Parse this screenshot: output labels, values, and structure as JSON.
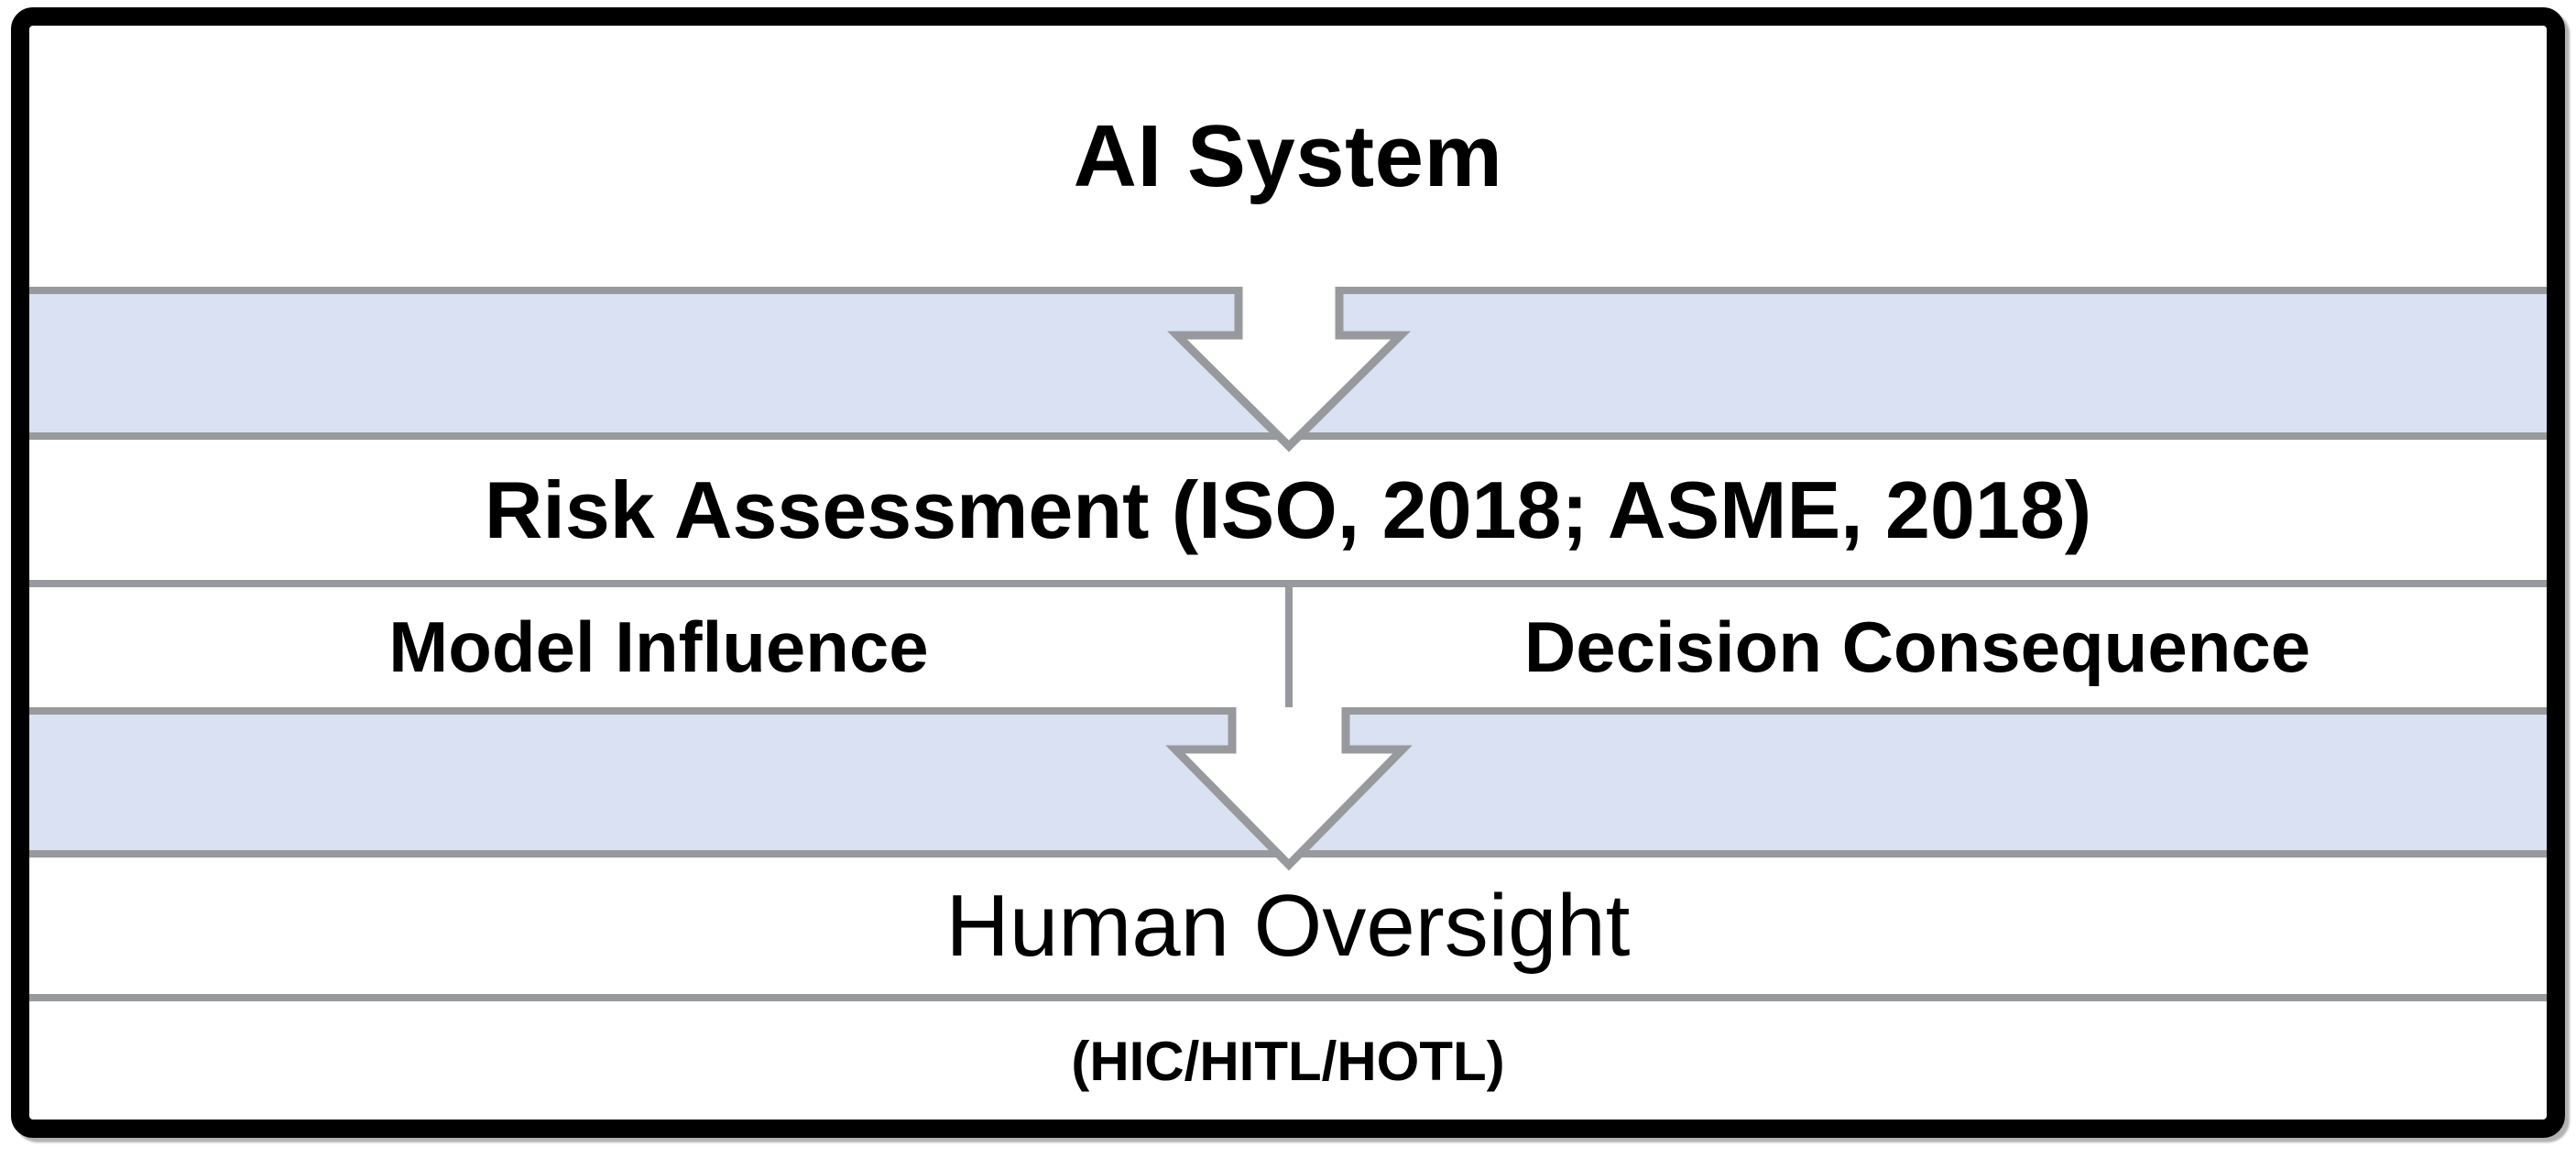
{
  "diagram": {
    "ai_system_label": "AI System",
    "risk_label": "Risk Assessment (ISO, 2018; ASME, 2018)",
    "model_label": "Model Influence",
    "decision_label": "Decision Consequence",
    "human_label": "Human Oversight",
    "hic_label": "(HIC/HITL/HOTL)"
  },
  "icons": {
    "arrow_top": "down-arrow",
    "arrow_bottom": "down-arrow"
  },
  "colors": {
    "band": "#d9e1f2",
    "line": "#97999c",
    "border": "#000000",
    "arrow-fill": "#ffffff",
    "text": "#000000"
  }
}
